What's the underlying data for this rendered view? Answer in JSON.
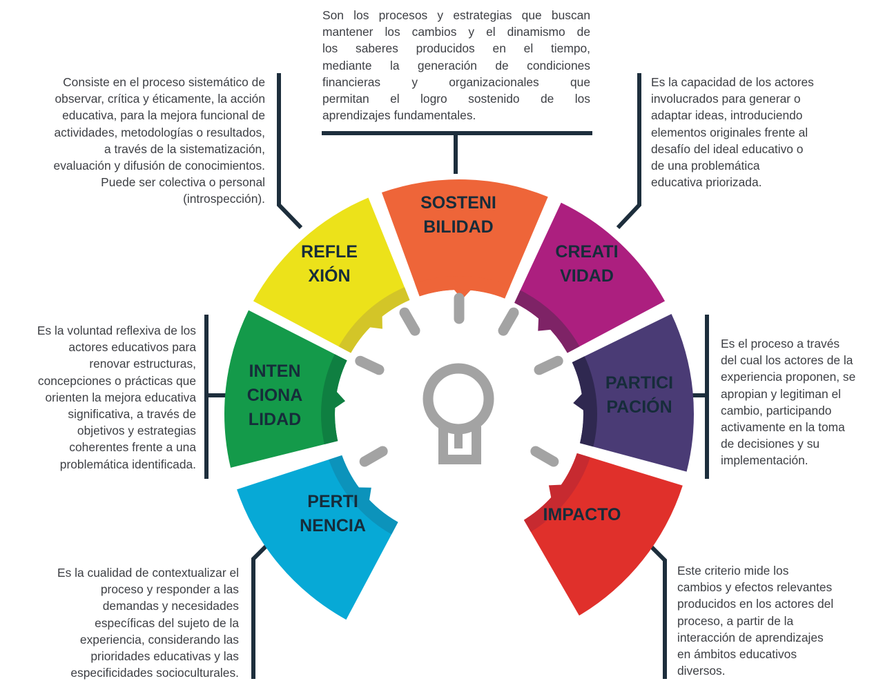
{
  "segments": [
    {
      "id": "reflexion",
      "label": [
        "REFLE",
        "XIÓN"
      ],
      "color": "#ece21a",
      "inner": "#d3c528"
    },
    {
      "id": "sostenibilidad",
      "label": [
        "SOSTENI",
        "BILIDAD"
      ],
      "color": "#ee6539",
      "inner": "#ee6539"
    },
    {
      "id": "creatividad",
      "label": [
        "CREATI",
        "VIDAD"
      ],
      "color": "#ac1f7f",
      "inner": "#7e2366"
    },
    {
      "id": "participacion",
      "label": [
        "PARTICI",
        "PACIÓN"
      ],
      "color": "#4a3b75",
      "inner": "#2f2850"
    },
    {
      "id": "impacto",
      "label": [
        "IMPACTO"
      ],
      "color": "#e0302b",
      "inner": "#c72a30"
    },
    {
      "id": "pertinencia",
      "label": [
        "PERTI",
        "NENCIA"
      ],
      "color": "#07a9d6",
      "inner": "#0c93bb"
    },
    {
      "id": "intencionalidad",
      "label": [
        "INTEN",
        "CIONA",
        "LIDAD"
      ],
      "color": "#149a4a",
      "inner": "#0f7f41"
    }
  ],
  "descriptions": {
    "sostenibilidad": [
      "Son los procesos y estrategias que buscan",
      "mantener los cambios y el dinamismo de",
      "los saberes producidos en el tiempo,",
      "mediante la generación de condiciones",
      "financieras y organizacionales que",
      "permitan el logro sostenido de los",
      "aprendizajes fundamentales."
    ],
    "reflexion": [
      "Consiste en el proceso sistemático de",
      "observar, crítica y éticamente, la acción",
      "educativa, para la mejora funcional de",
      "actividades, metodologías o resultados,",
      "a través de la sistematización,",
      "evaluación y difusión de conocimientos.",
      "Puede ser colectiva o personal",
      "(introspección)."
    ],
    "creatividad": [
      "Es la capacidad de los actores",
      "involucrados para generar o",
      "adaptar ideas, introduciendo",
      "elementos originales frente al",
      "desafío del ideal educativo o",
      "de una problemática",
      "educativa priorizada."
    ],
    "intencionalidad": [
      "Es la voluntad reflexiva de los",
      "actores educativos para",
      "renovar estructuras,",
      "concepciones o prácticas que",
      "orienten la mejora educativa",
      "significativa, a través de",
      "objetivos y estrategias",
      "coherentes frente a una",
      "problemática identificada."
    ],
    "participacion": [
      "Es el proceso a través",
      "del cual los actores de la",
      "experiencia proponen, se",
      "apropian y legitiman el",
      "cambio, participando",
      "activamente en la toma",
      "de decisiones y su",
      "implementación."
    ],
    "pertinencia": [
      "Es la cualidad de contextualizar el",
      "proceso y responder a las",
      "demandas y necesidades",
      "específicas del sujeto de la",
      "experiencia, considerando las",
      "prioridades educativas y las",
      "especificidades socioculturales."
    ],
    "impacto": [
      "Este criterio mide los",
      "cambios y efectos relevantes",
      "producidos en los actores del",
      "proceso, a partir de la",
      "interacción de aprendizajes",
      "en ámbitos educativos",
      "diversos."
    ]
  },
  "colors": {
    "connector": "#1d2e3c",
    "bulb": "#a3a3a3",
    "text": "#3d3f44"
  }
}
